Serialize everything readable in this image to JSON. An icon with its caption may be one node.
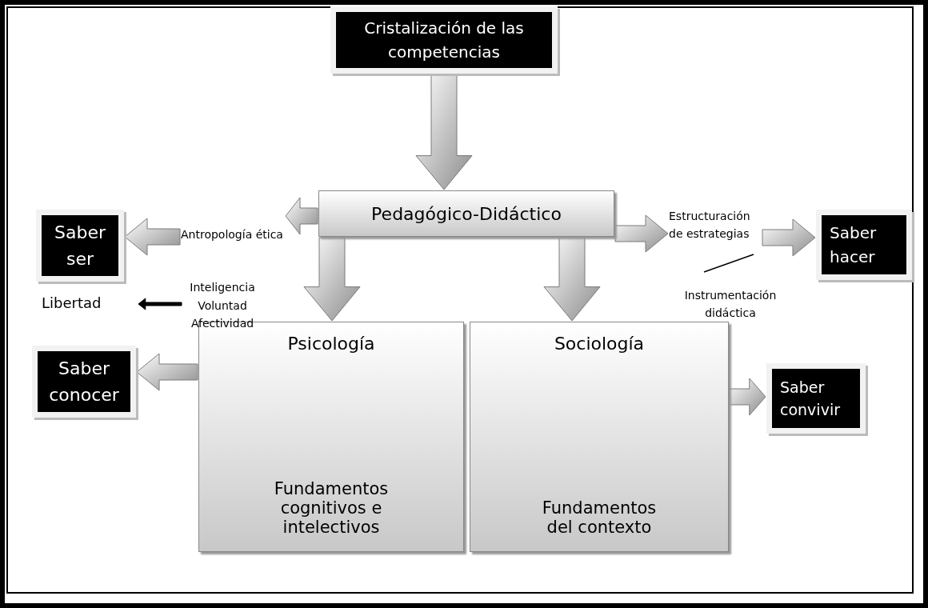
{
  "diagram": {
    "nodes": [
      {
        "text": [
          "Cristalización de las competencias"
        ]
      },
      {
        "text": [
          "Pedagógico-Didáctico"
        ]
      },
      {
        "text": [
          "Saber ser"
        ]
      },
      {
        "text": [
          "Saber hacer"
        ]
      },
      {
        "text": [
          "Psicología",
          "Fundamentos cognitivos e intelectivos"
        ]
      },
      {
        "text": [
          "Sociología",
          "Fundamentos del contexto"
        ]
      },
      {
        "text": [
          "Saber conocer"
        ]
      },
      {
        "text": [
          "Saber convivir"
        ]
      },
      {
        "text": [
          "Libertad"
        ]
      },
      {
        "text": [
          "Inteligencia Voluntad Afectividad"
        ]
      },
      {
        "text": [
          "Antropología ética"
        ]
      },
      {
        "text": [
          "Estructuración de estrategias"
        ]
      }
    ],
    "edges": [
      {
        "from": 0,
        "to": 1,
        "arrow": "to"
      },
      {
        "from": 1,
        "to": 10,
        "arrow": "to"
      },
      {
        "from": 10,
        "to": 2,
        "arrow": "to"
      },
      {
        "from": 1,
        "to": 11,
        "arrow": "to"
      },
      {
        "from": 11,
        "to": 3,
        "arrow": "to"
      },
      {
        "from": 1,
        "to": 4,
        "arrow": "to"
      },
      {
        "from": 1,
        "to": 5,
        "arrow": "to"
      },
      {
        "from": 4,
        "to": 6,
        "arrow": "to"
      },
      {
        "from": 5,
        "to": 7,
        "arrow": "to"
      },
      {
        "from": 9,
        "to": 8,
        "arrow": "to",
        "color": "#000000"
      }
    ],
    "labels": [
      "Instrumentación didáctica"
    ]
  }
}
